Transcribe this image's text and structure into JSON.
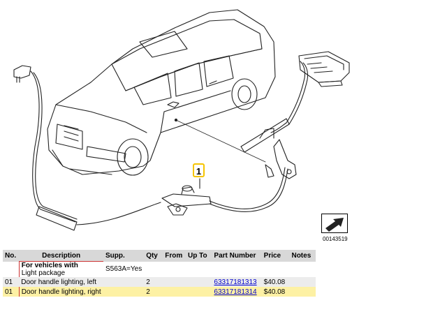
{
  "diagram": {
    "callout_number": "1",
    "image_number": "00143519",
    "nav_icon": "arrow-icon"
  },
  "table": {
    "headers": {
      "no": "No.",
      "description": "Description",
      "supp": "Supp.",
      "qty": "Qty",
      "from": "From",
      "upto": "Up To",
      "part_number": "Part Number",
      "price": "Price",
      "notes": "Notes"
    },
    "group": {
      "title": "For vehicles with",
      "subtitle": "Light package",
      "supp": "S563A=Yes"
    },
    "rows": [
      {
        "no": "01",
        "description": "Door handle lighting, left",
        "qty": "2",
        "part_number": "63317181313",
        "price": "$40.08"
      },
      {
        "no": "01",
        "description": "Door handle lighting, right",
        "qty": "2",
        "part_number": "63317181314",
        "price": "$40.08"
      }
    ]
  },
  "colors": {
    "header_bg": "#d8d8d8",
    "row_grey": "#ececec",
    "row_highlight": "#fdf1a4",
    "link": "#0000cc",
    "callout_border": "#f5c400"
  }
}
